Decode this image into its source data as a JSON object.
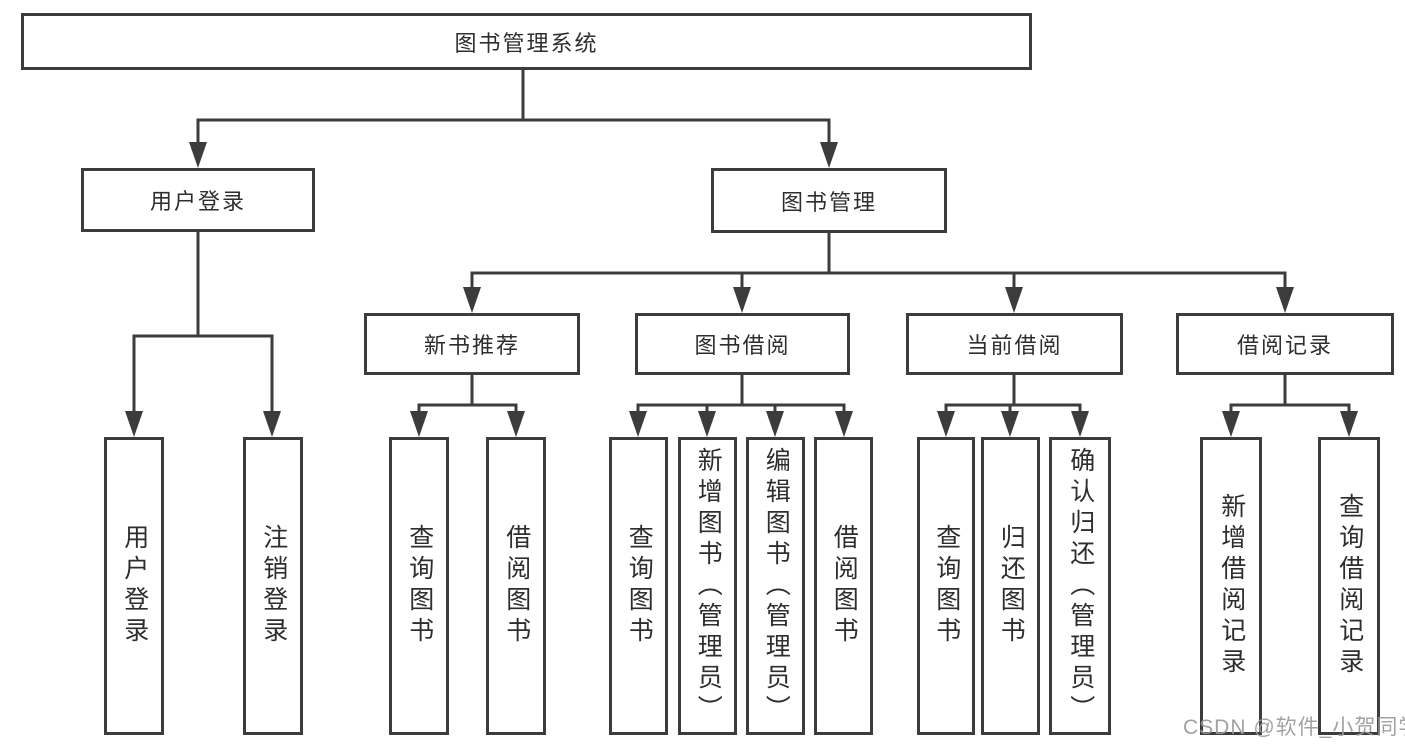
{
  "tree": {
    "label": "图书管理系统",
    "children": [
      {
        "label": "用户登录",
        "children": [
          {
            "label": "用户登录"
          },
          {
            "label": "注销登录"
          }
        ]
      },
      {
        "label": "图书管理",
        "children": [
          {
            "label": "新书推荐",
            "children": [
              {
                "label": "查询图书"
              },
              {
                "label": "借阅图书"
              }
            ]
          },
          {
            "label": "图书借阅",
            "children": [
              {
                "label": "查询图书"
              },
              {
                "label": "新增图书（管理员）"
              },
              {
                "label": "编辑图书（管理员）"
              },
              {
                "label": "借阅图书"
              }
            ]
          },
          {
            "label": "当前借阅",
            "children": [
              {
                "label": "查询图书"
              },
              {
                "label": "归还图书"
              },
              {
                "label": "确认归还（管理员）"
              }
            ]
          },
          {
            "label": "借阅记录",
            "children": [
              {
                "label": "新增借阅记录"
              },
              {
                "label": "查询借阅记录"
              }
            ]
          }
        ]
      }
    ]
  },
  "watermark": {
    "text": "CSDN @软件_小贺同学"
  },
  "colors": {
    "line": "#3c3c3c",
    "box_border": "#3c3c3c",
    "text": "#2e2e2e",
    "watermark": "#9a9a9a",
    "background": "#ffffff"
  }
}
